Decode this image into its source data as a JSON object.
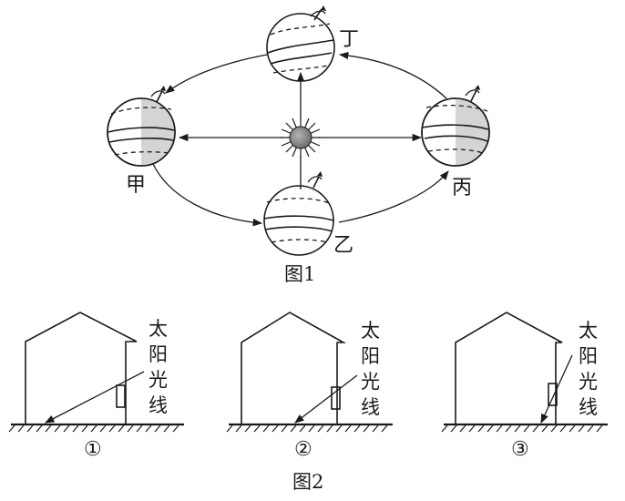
{
  "figure1": {
    "caption": "图1",
    "positions": {
      "jia": "甲",
      "yi": "乙",
      "bing": "丙",
      "ding": "丁"
    }
  },
  "figure2": {
    "caption": "图2",
    "panels": [
      {
        "number": "①",
        "label_lines": [
          "太",
          "阳",
          "光",
          "线"
        ]
      },
      {
        "number": "②",
        "label_lines": [
          "太",
          "阳",
          "光",
          "线"
        ]
      },
      {
        "number": "③",
        "label_lines": [
          "太",
          "阳",
          "光",
          "线"
        ]
      }
    ]
  },
  "colors": {
    "ink": "#1a1a1a",
    "shade": "#c8c8c8",
    "sun": "#8a8a8a"
  }
}
